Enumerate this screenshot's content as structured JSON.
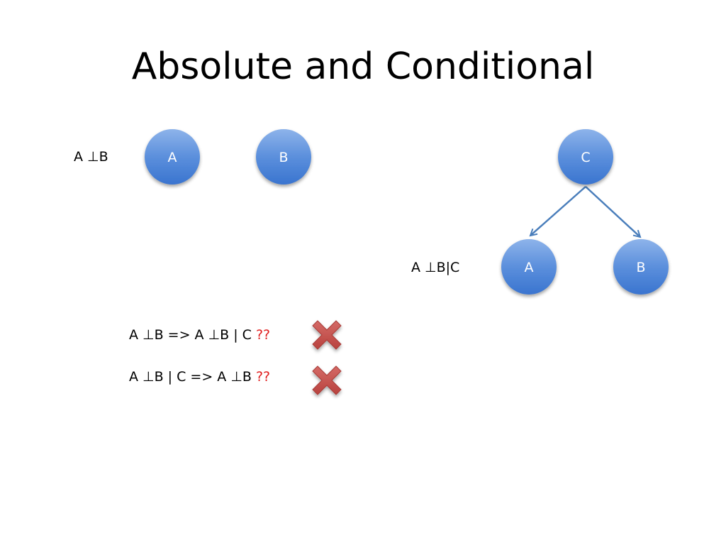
{
  "slide": {
    "title": "Absolute and Conditional"
  },
  "left_diagram": {
    "relation": "A ⊥B",
    "nodes": [
      {
        "id": "A",
        "label": "A"
      },
      {
        "id": "B",
        "label": "B"
      }
    ]
  },
  "right_diagram": {
    "relation": "A ⊥B|C",
    "nodes": [
      {
        "id": "C",
        "label": "C"
      },
      {
        "id": "A",
        "label": "A"
      },
      {
        "id": "B",
        "label": "B"
      }
    ],
    "edges": [
      {
        "from": "C",
        "to": "A"
      },
      {
        "from": "C",
        "to": "B"
      }
    ]
  },
  "statements": [
    {
      "text": "A ⊥B => A ⊥B | C ",
      "question": "??",
      "mark": "cross-icon"
    },
    {
      "text": "A ⊥B | C => A ⊥B ",
      "question": "??",
      "mark": "cross-icon"
    }
  ],
  "colors": {
    "node_fill_top": "#7fa8e6",
    "node_fill_bottom": "#3d76cf",
    "edge": "#4a7ebb",
    "question": "#e02020",
    "cross": "#c0504d"
  }
}
